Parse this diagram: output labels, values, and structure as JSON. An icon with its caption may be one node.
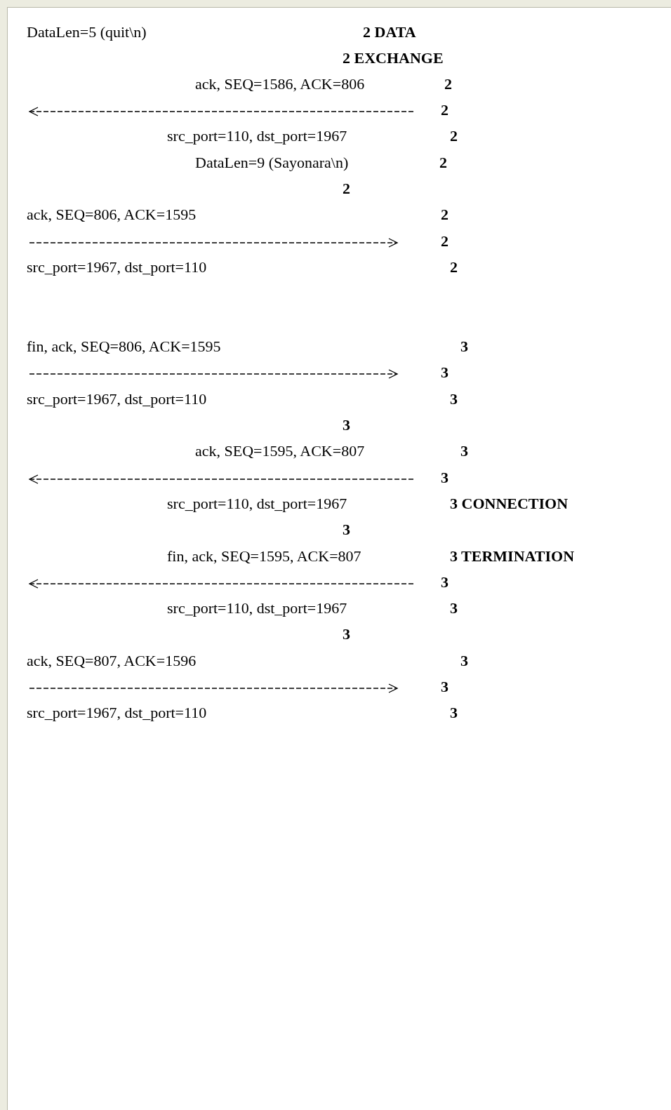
{
  "diagram": {
    "labels": [
      "DataLen=5 (quit\\n)",
      "2 DATA",
      "2 EXCHANGE",
      "ack, SEQ=1586, ACK=806",
      "2",
      "2",
      "src_port=110, dst_port=1967",
      "2",
      "DataLen=9 (Sayonara\\n)",
      "2",
      "2",
      "ack, SEQ=806, ACK=1595",
      "2",
      "2",
      "src_port=1967, dst_port=110",
      "2",
      "fin, ack, SEQ=806, ACK=1595",
      "3",
      "3",
      "src_port=1967, dst_port=110",
      "3",
      "3",
      "ack, SEQ=1595, ACK=807",
      "3",
      "3",
      "src_port=110, dst_port=1967",
      "3 CONNECTION",
      "3",
      "fin, ack, SEQ=1595, ACK=807",
      "3 TERMINATION",
      "3",
      "src_port=110, dst_port=1967",
      "3",
      "3",
      "ack, SEQ=807, ACK=1596",
      "3",
      "3",
      "src_port=1967, dst_port=110",
      "3"
    ]
  }
}
